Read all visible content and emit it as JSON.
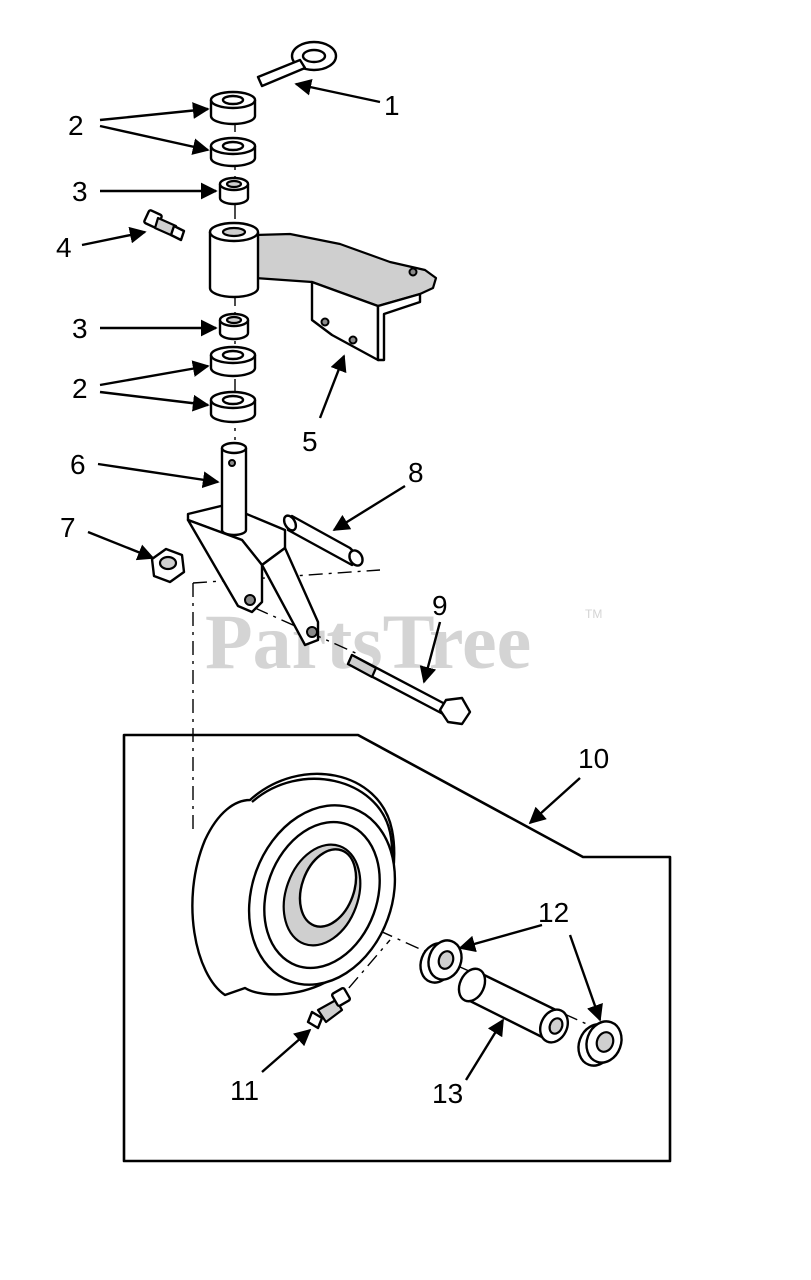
{
  "watermark": {
    "text": "PartsTree",
    "trademark": "TM"
  },
  "callouts": {
    "c1": "1",
    "c2a": "2",
    "c3a": "3",
    "c4": "4",
    "c3b": "3",
    "c2b": "2",
    "c5": "5",
    "c6": "6",
    "c7": "7",
    "c8": "8",
    "c9": "9",
    "c10": "10",
    "c11": "11",
    "c12": "12",
    "c13": "13"
  },
  "colors": {
    "line": "#000000",
    "shade": "#cfcfcf",
    "watermark": "#d4d4d4"
  }
}
